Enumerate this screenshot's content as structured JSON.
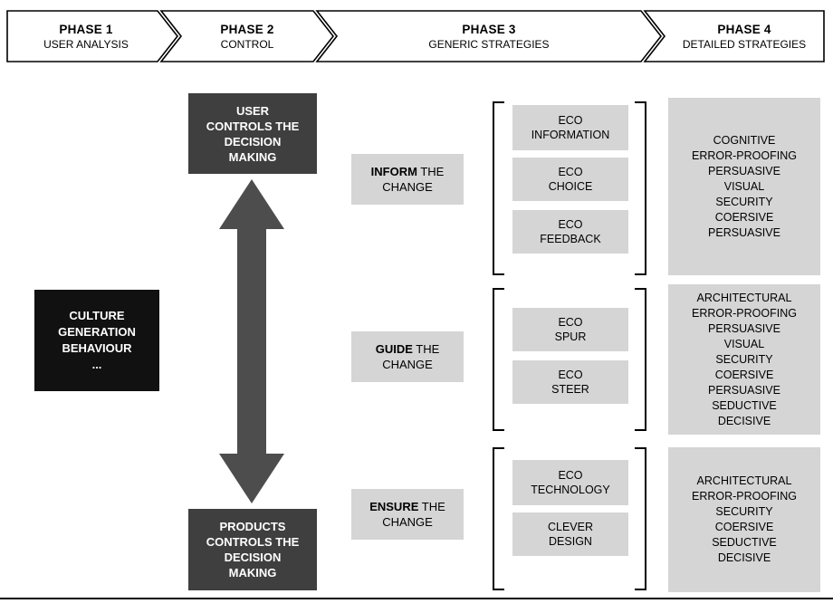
{
  "colors": {
    "light_gray": "#d5d5d5",
    "dark_gray": "#3f3f3f",
    "arrow_gray": "#4d4d4d",
    "black_box": "#111111"
  },
  "header": {
    "phases": [
      {
        "title": "PHASE 1",
        "subtitle": "USER ANALYSIS"
      },
      {
        "title": "PHASE 2",
        "subtitle": "CONTROL"
      },
      {
        "title": "PHASE 3",
        "subtitle": "GENERIC STRATEGIES"
      },
      {
        "title": "PHASE 4",
        "subtitle": "DETAILED STRATEGIES"
      }
    ]
  },
  "phase1": {
    "culture_box": [
      "CULTURE",
      "GENERATION",
      "BEHAVIOUR",
      "..."
    ]
  },
  "phase2": {
    "user_box": [
      "USER",
      "CONTROLS THE",
      "DECISION",
      "MAKING"
    ],
    "products_box": [
      "PRODUCTS",
      "CONTROLS THE",
      "DECISION",
      "MAKING"
    ]
  },
  "phase3": {
    "groups": [
      {
        "action_bold": "INFORM",
        "action_rest": "THE CHANGE",
        "strategies": [
          [
            "ECO",
            "INFORMATION"
          ],
          [
            "ECO",
            "CHOICE"
          ],
          [
            "ECO",
            "FEEDBACK"
          ]
        ]
      },
      {
        "action_bold": "GUIDE",
        "action_rest": "THE CHANGE",
        "strategies": [
          [
            "ECO",
            "SPUR"
          ],
          [
            "ECO",
            "STEER"
          ]
        ]
      },
      {
        "action_bold": "ENSURE",
        "action_rest": "THE CHANGE",
        "strategies": [
          [
            "ECO",
            "TECHNOLOGY"
          ],
          [
            "CLEVER",
            "DESIGN"
          ]
        ]
      }
    ]
  },
  "phase4": {
    "boxes": [
      [
        "COGNITIVE",
        "ERROR-PROOFING",
        "PERSUASIVE",
        "VISUAL",
        "SECURITY",
        "COERSIVE",
        "PERSUASIVE"
      ],
      [
        "ARCHITECTURAL",
        "ERROR-PROOFING",
        "PERSUASIVE",
        "VISUAL",
        "SECURITY",
        "COERSIVE",
        "PERSUASIVE",
        "SEDUCTIVE",
        "DECISIVE"
      ],
      [
        "ARCHITECTURAL",
        "ERROR-PROOFING",
        "SECURITY",
        "COERSIVE",
        "SEDUCTIVE",
        "DECISIVE"
      ]
    ]
  }
}
